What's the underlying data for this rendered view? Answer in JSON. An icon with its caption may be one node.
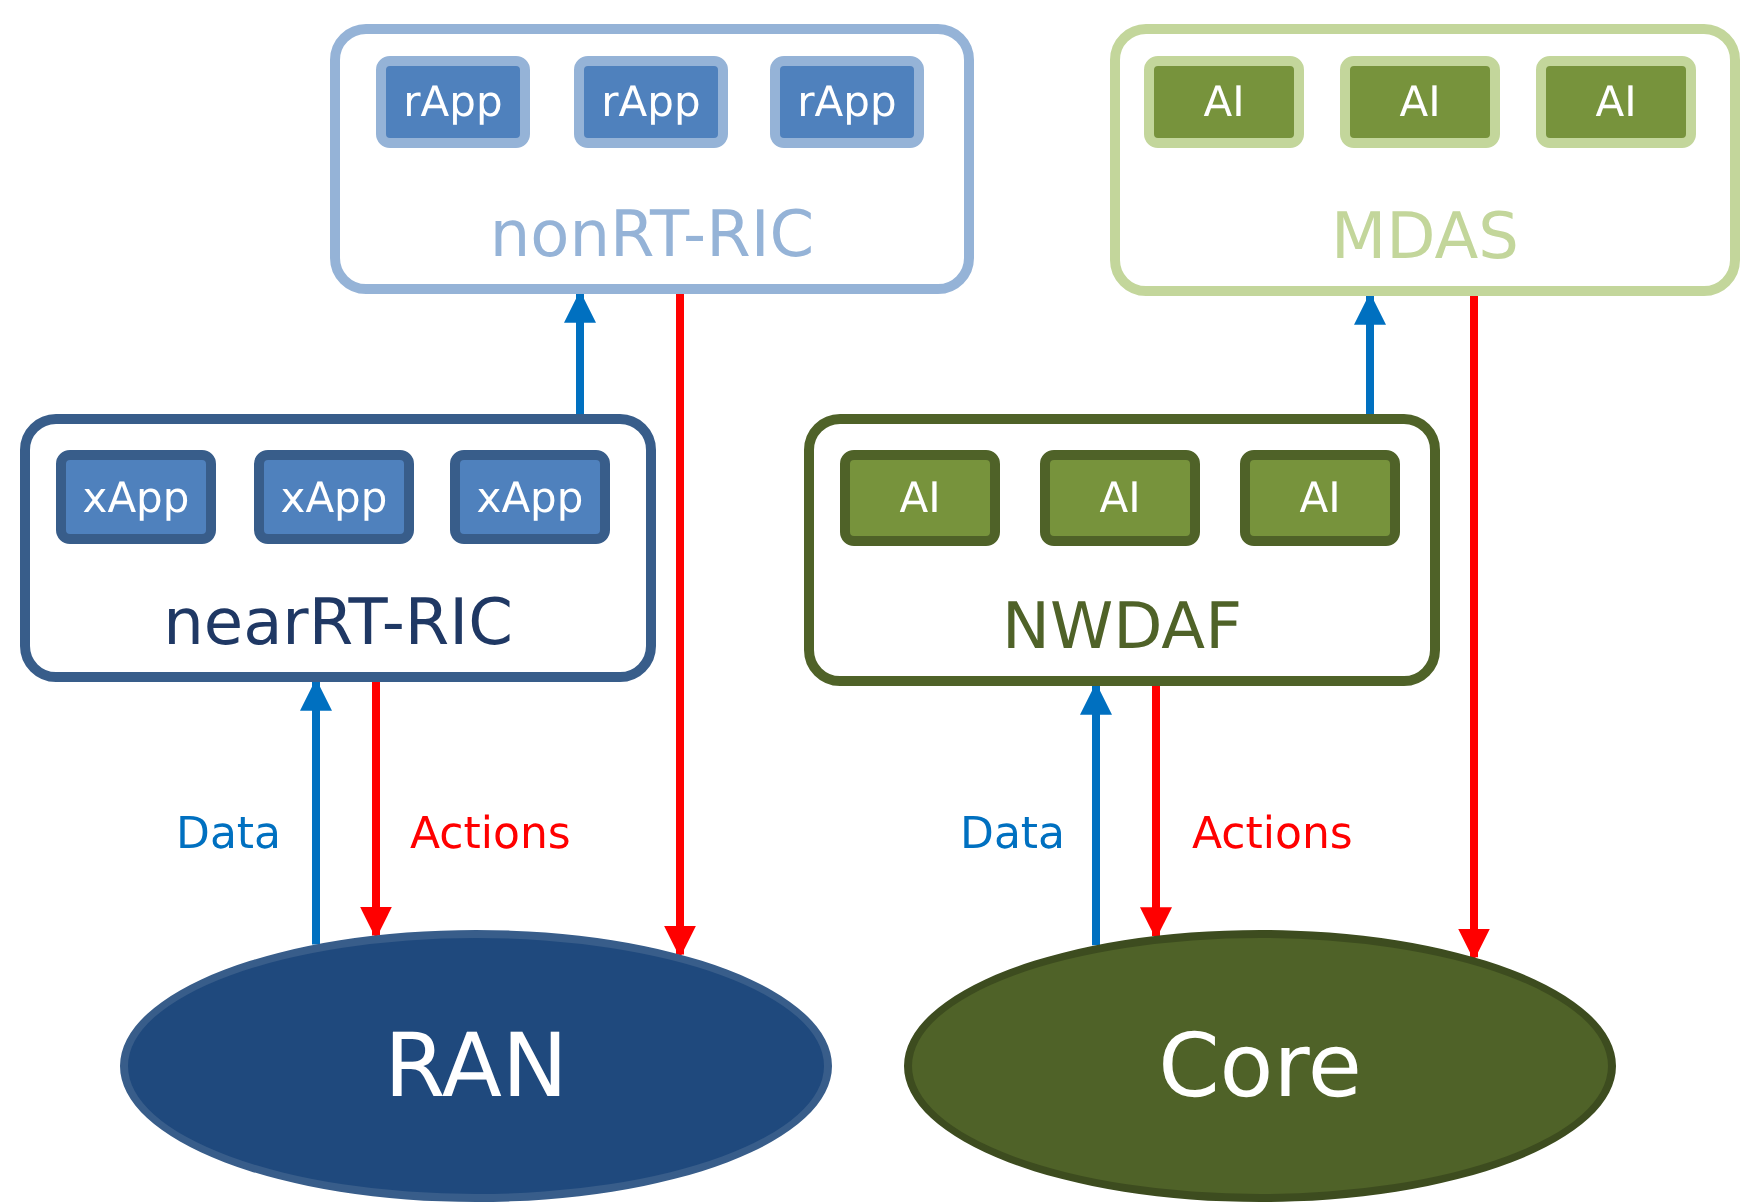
{
  "diagram": {
    "nodes": [
      {
        "text": [
          "nonRT-RIC"
        ]
      },
      {
        "text": [
          "rApp"
        ],
        "in": 0
      },
      {
        "text": [
          "rApp"
        ],
        "in": 0
      },
      {
        "text": [
          "rApp"
        ],
        "in": 0
      },
      {
        "text": [
          "MDAS"
        ]
      },
      {
        "text": [
          "AI"
        ],
        "in": 4
      },
      {
        "text": [
          "AI"
        ],
        "in": 4
      },
      {
        "text": [
          "AI"
        ],
        "in": 4
      },
      {
        "text": [
          "nearRT-RIC"
        ]
      },
      {
        "text": [
          "xApp"
        ],
        "in": 8
      },
      {
        "text": [
          "xApp"
        ],
        "in": 8
      },
      {
        "text": [
          "xApp"
        ],
        "in": 8
      },
      {
        "text": [
          "NWDAF"
        ]
      },
      {
        "text": [
          "AI"
        ],
        "in": 12
      },
      {
        "text": [
          "AI"
        ],
        "in": 12
      },
      {
        "text": [
          "AI"
        ],
        "in": 12
      },
      {
        "text": [
          "RAN"
        ]
      },
      {
        "text": [
          "Core"
        ]
      }
    ],
    "edges": [
      {
        "from": 8,
        "to": 0,
        "arrow": "to",
        "color": "#0070c0"
      },
      {
        "from": 0,
        "to": 16,
        "arrow": "to",
        "color": "#ff0000"
      },
      {
        "from": 16,
        "to": 8,
        "arrow": "to",
        "label": "Data",
        "color": "#0070c0"
      },
      {
        "from": 8,
        "to": 16,
        "arrow": "to",
        "label": "Actions",
        "color": "#ff0000"
      },
      {
        "from": 12,
        "to": 4,
        "arrow": "to",
        "color": "#0070c0"
      },
      {
        "from": 4,
        "to": 17,
        "arrow": "to",
        "color": "#ff0000"
      },
      {
        "from": 17,
        "to": 12,
        "arrow": "to",
        "label": "Data",
        "color": "#0070c0"
      },
      {
        "from": 12,
        "to": 17,
        "arrow": "to",
        "label": "Actions",
        "color": "#ff0000"
      }
    ]
  }
}
